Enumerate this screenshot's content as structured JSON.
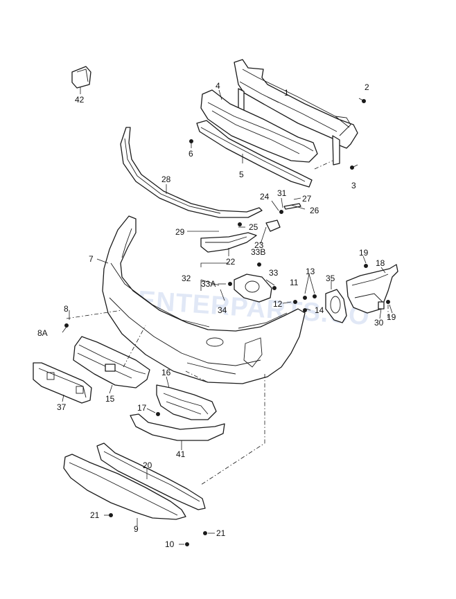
{
  "watermark": "CENTERPARTS.CO",
  "labels": {
    "l1": "1",
    "l2": "2",
    "l3": "3",
    "l4": "4",
    "l5": "5",
    "l6": "6",
    "l7": "7",
    "l8": "8",
    "l8a": "8A",
    "l9": "9",
    "l10": "10",
    "l11": "11",
    "l12": "12",
    "l13": "13",
    "l14": "14",
    "l15": "15",
    "l16": "16",
    "l17": "17",
    "l18": "18",
    "l19a": "19",
    "l19b": "19",
    "l20": "20",
    "l21a": "21",
    "l21b": "21",
    "l22": "22",
    "l23": "23",
    "l24": "24",
    "l25": "25",
    "l26": "26",
    "l27": "27",
    "l28": "28",
    "l29": "29",
    "l30": "30",
    "l31": "31",
    "l32": "32",
    "l33": "33",
    "l33a": "33A",
    "l33b": "33B",
    "l34": "34",
    "l35": "35",
    "l37": "37",
    "l41": "41",
    "l42": "42"
  }
}
